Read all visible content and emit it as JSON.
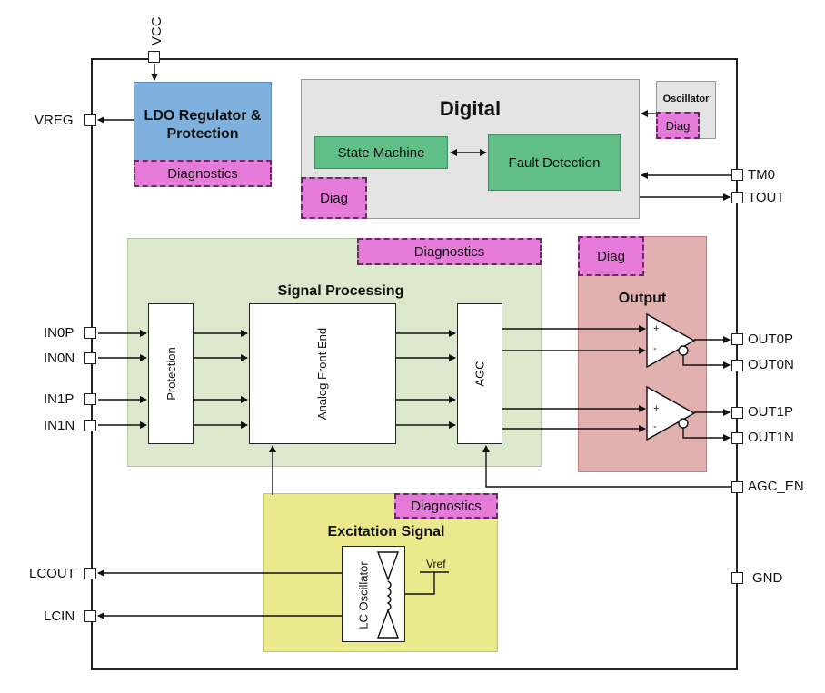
{
  "pins": {
    "vcc": "VCC",
    "vreg": "VREG",
    "tm0": "TM0",
    "tout": "TOUT",
    "in0p": "IN0P",
    "in0n": "IN0N",
    "in1p": "IN1P",
    "in1n": "IN1N",
    "out0p": "OUT0P",
    "out0n": "OUT0N",
    "out1p": "OUT1P",
    "out1n": "OUT1N",
    "agc_en": "AGC_EN",
    "gnd": "GND",
    "lcout": "LCOUT",
    "lcin": "LCIN"
  },
  "blocks": {
    "ldo": {
      "title": "LDO Regulator & Protection",
      "diag": "Diagnostics"
    },
    "digital": {
      "title": "Digital",
      "state_machine": "State Machine",
      "fault_detection": "Fault Detection",
      "diag": "Diag"
    },
    "oscillator": {
      "title": "Oscillator",
      "diag": "Diag"
    },
    "signal_processing": {
      "title": "Signal Processing",
      "diag": "Diagnostics",
      "protection": "Protection",
      "afe": "Analog Front End",
      "agc": "AGC"
    },
    "output": {
      "title": "Output",
      "diag": "Diag",
      "plus": "+",
      "minus": "-"
    },
    "excitation": {
      "title": "Excitation Signal",
      "diag": "Diagnostics",
      "lc_oscillator": "LC Oscillator",
      "vref": "Vref"
    }
  },
  "colors": {
    "ldo": "#7eb1de",
    "digital": "#e4e4e4",
    "signal": "#dce8cc",
    "output": "#e3b0b0",
    "excitation": "#eaea8c",
    "diag": "#e67ad8",
    "green": "#5fbf86"
  }
}
